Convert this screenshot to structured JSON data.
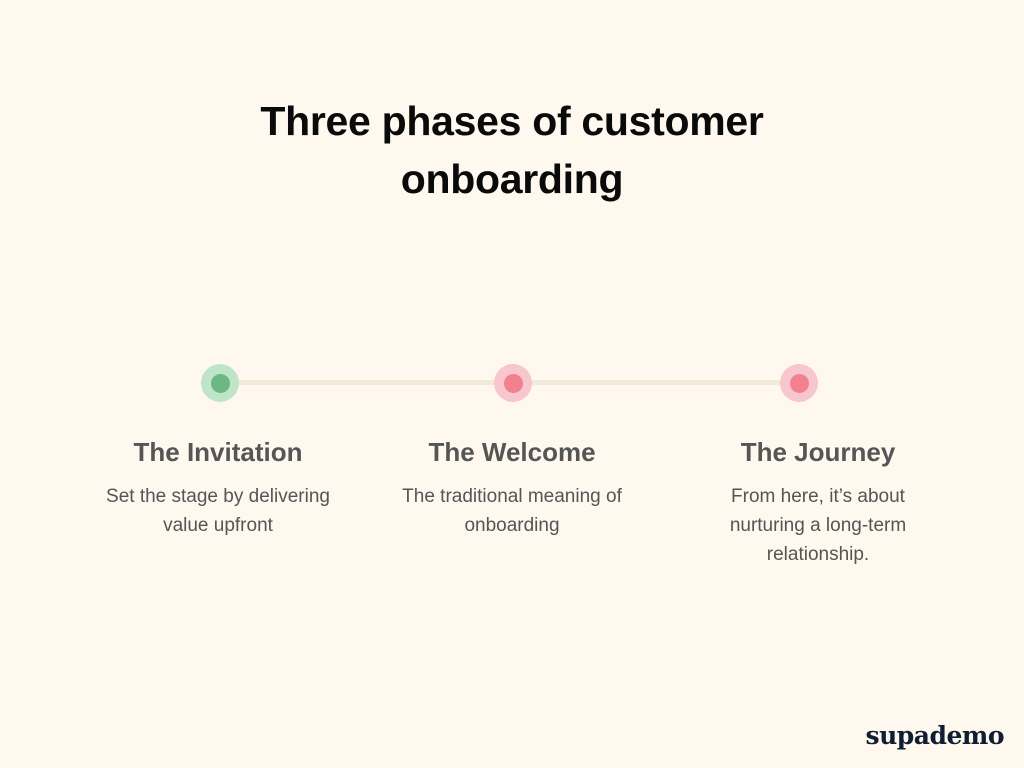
{
  "title": "Three phases of customer onboarding",
  "colors": {
    "background": "#FFF8EE",
    "track": "#F2EAD8",
    "green_outer": "#BFE5C9",
    "green_inner": "#6DB783",
    "pink_outer": "#F8C6CD",
    "pink_inner": "#F2808F",
    "text": "#555555"
  },
  "phases": [
    {
      "title": "The Invitation",
      "description": "Set the stage by delivering value upfront",
      "status": "green"
    },
    {
      "title": "The Welcome",
      "description": "The traditional meaning of onboarding",
      "status": "pink"
    },
    {
      "title": "The Journey",
      "description": "From here, it’s about nurturing a long-term relationship.",
      "status": "pink"
    }
  ],
  "logo": {
    "text": "supademo"
  }
}
